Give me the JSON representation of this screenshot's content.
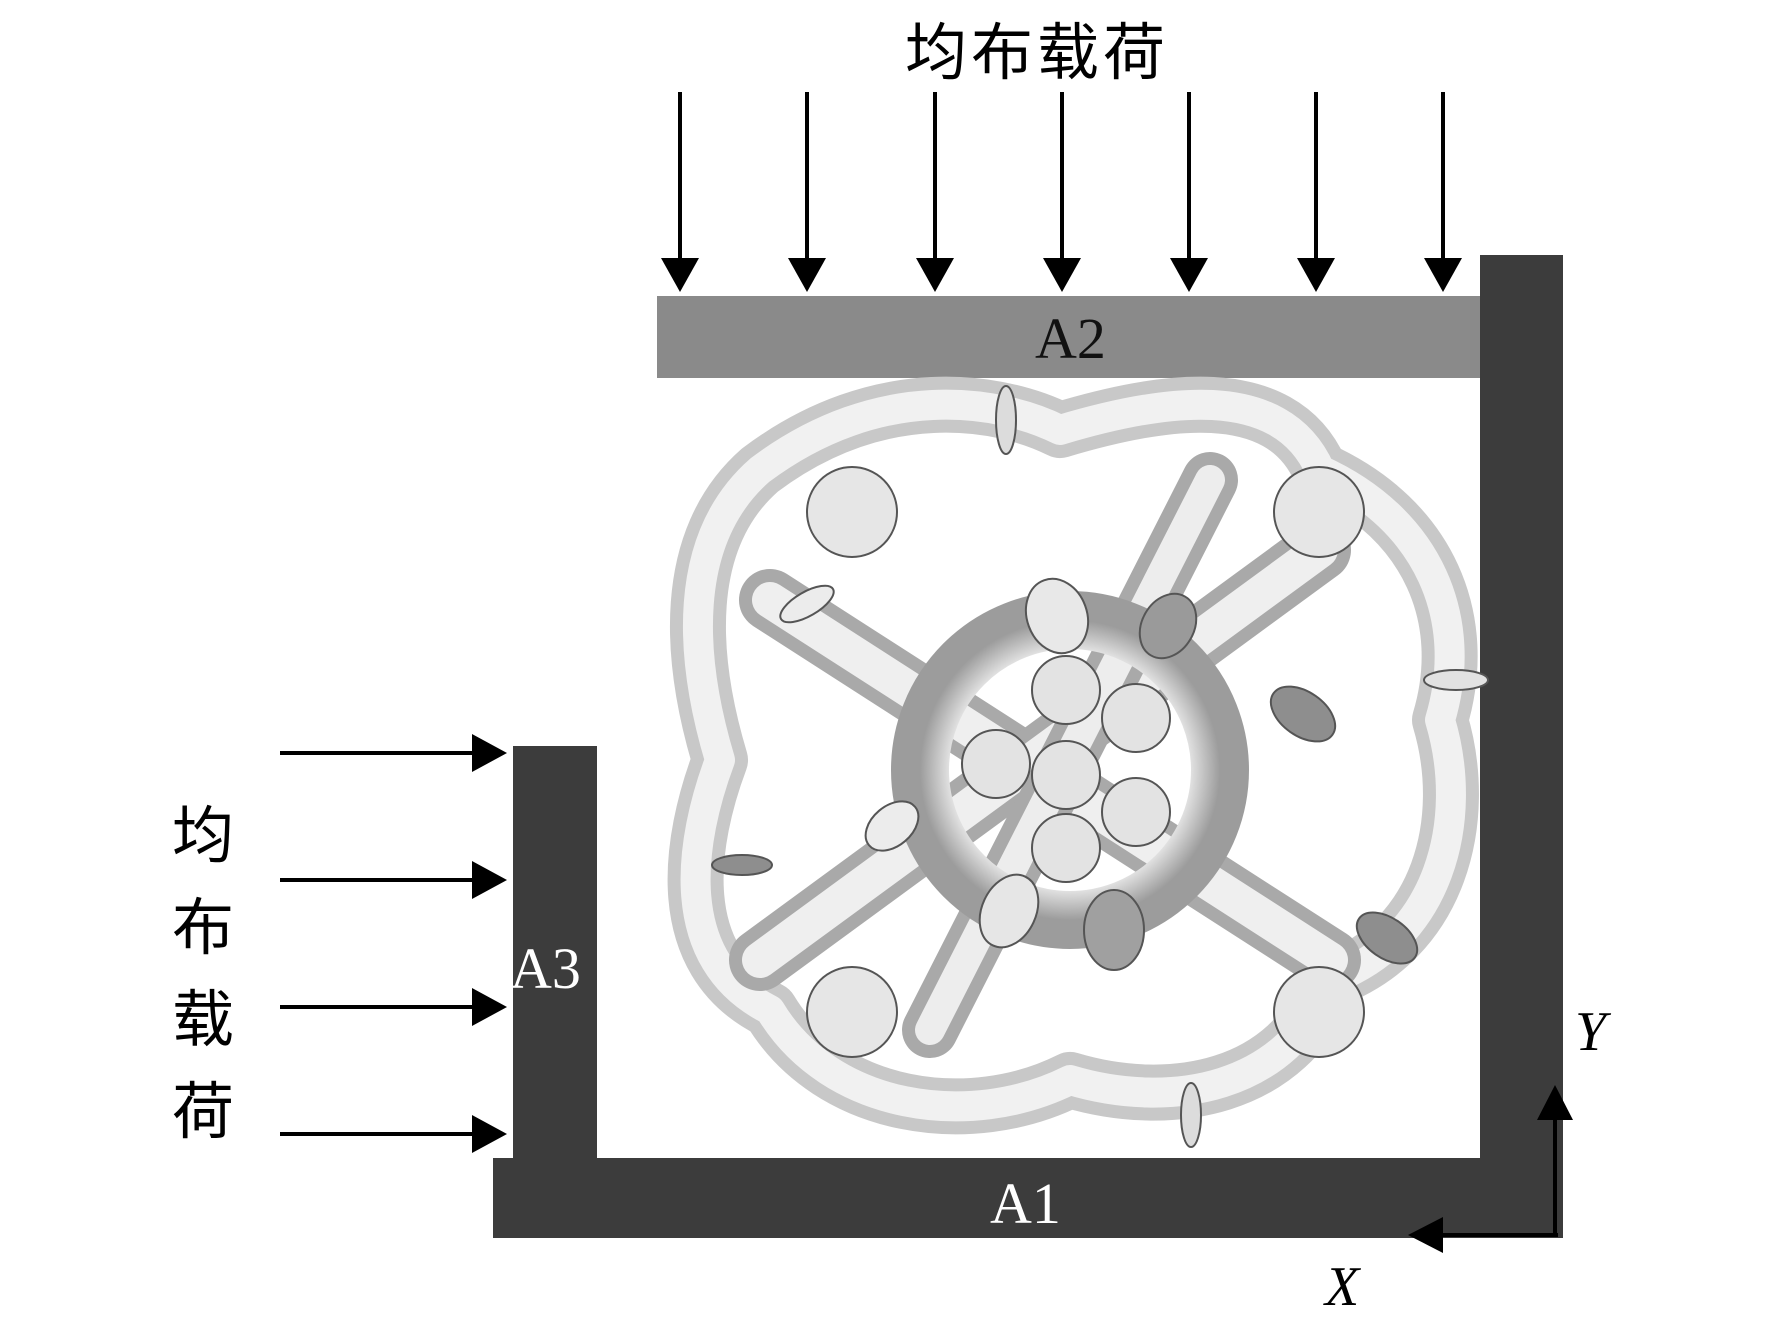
{
  "labels": {
    "top_load": "均布载荷",
    "left_load": "均布载荷",
    "plate_a1": "A1",
    "plate_a2": "A2",
    "plate_a3": "A3",
    "axis_x": "X",
    "axis_y": "Y"
  },
  "colors": {
    "plate_dark": "#3c3c3c",
    "plate_gray": "#8a8a8a",
    "tube_light": "#f2f2f2",
    "tube_shade": "#b8b8b8",
    "tube_outline": "#555555",
    "arrow": "#000000"
  }
}
